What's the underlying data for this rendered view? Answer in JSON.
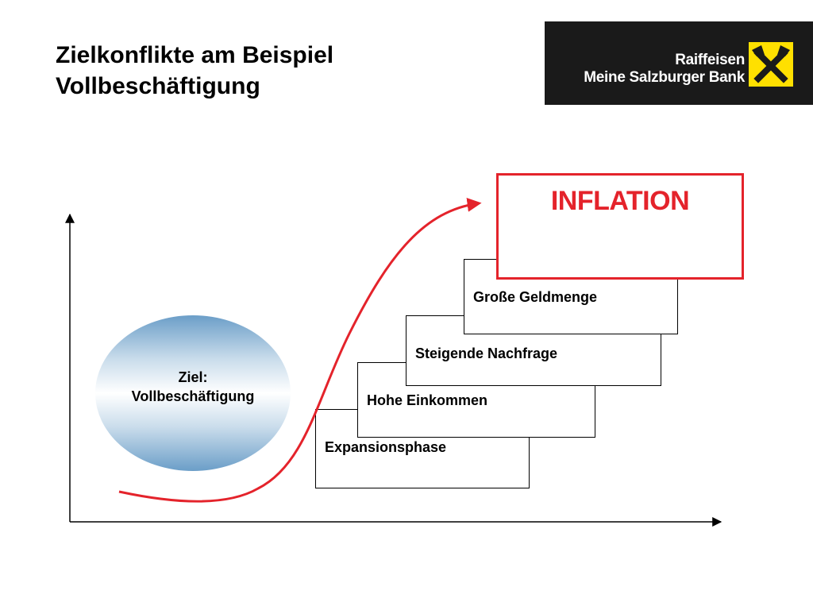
{
  "title": {
    "line1": "Zielkonflikte am Beispiel",
    "line2": "Vollbeschäftigung"
  },
  "logo": {
    "line1": "Raiffeisen",
    "line2": "Meine Salzburger Bank",
    "icon": "raiffeisen-crossed-horse-heads",
    "background_color": "#1a1a1a",
    "icon_color": "#ffe000"
  },
  "goal": {
    "line1": "Ziel:",
    "line2": "Vollbeschäftigung",
    "fill_color": "#6b9ec8"
  },
  "steps": [
    {
      "label": "Expansionsphase"
    },
    {
      "label": "Hohe Einkommen"
    },
    {
      "label": "Steigende Nachfrage"
    },
    {
      "label": "Große Geldmenge"
    }
  ],
  "inflation": {
    "label": "INFLATION",
    "color": "#e4232b"
  },
  "axes": {
    "color": "#000000",
    "curve_color": "#e4232b"
  }
}
